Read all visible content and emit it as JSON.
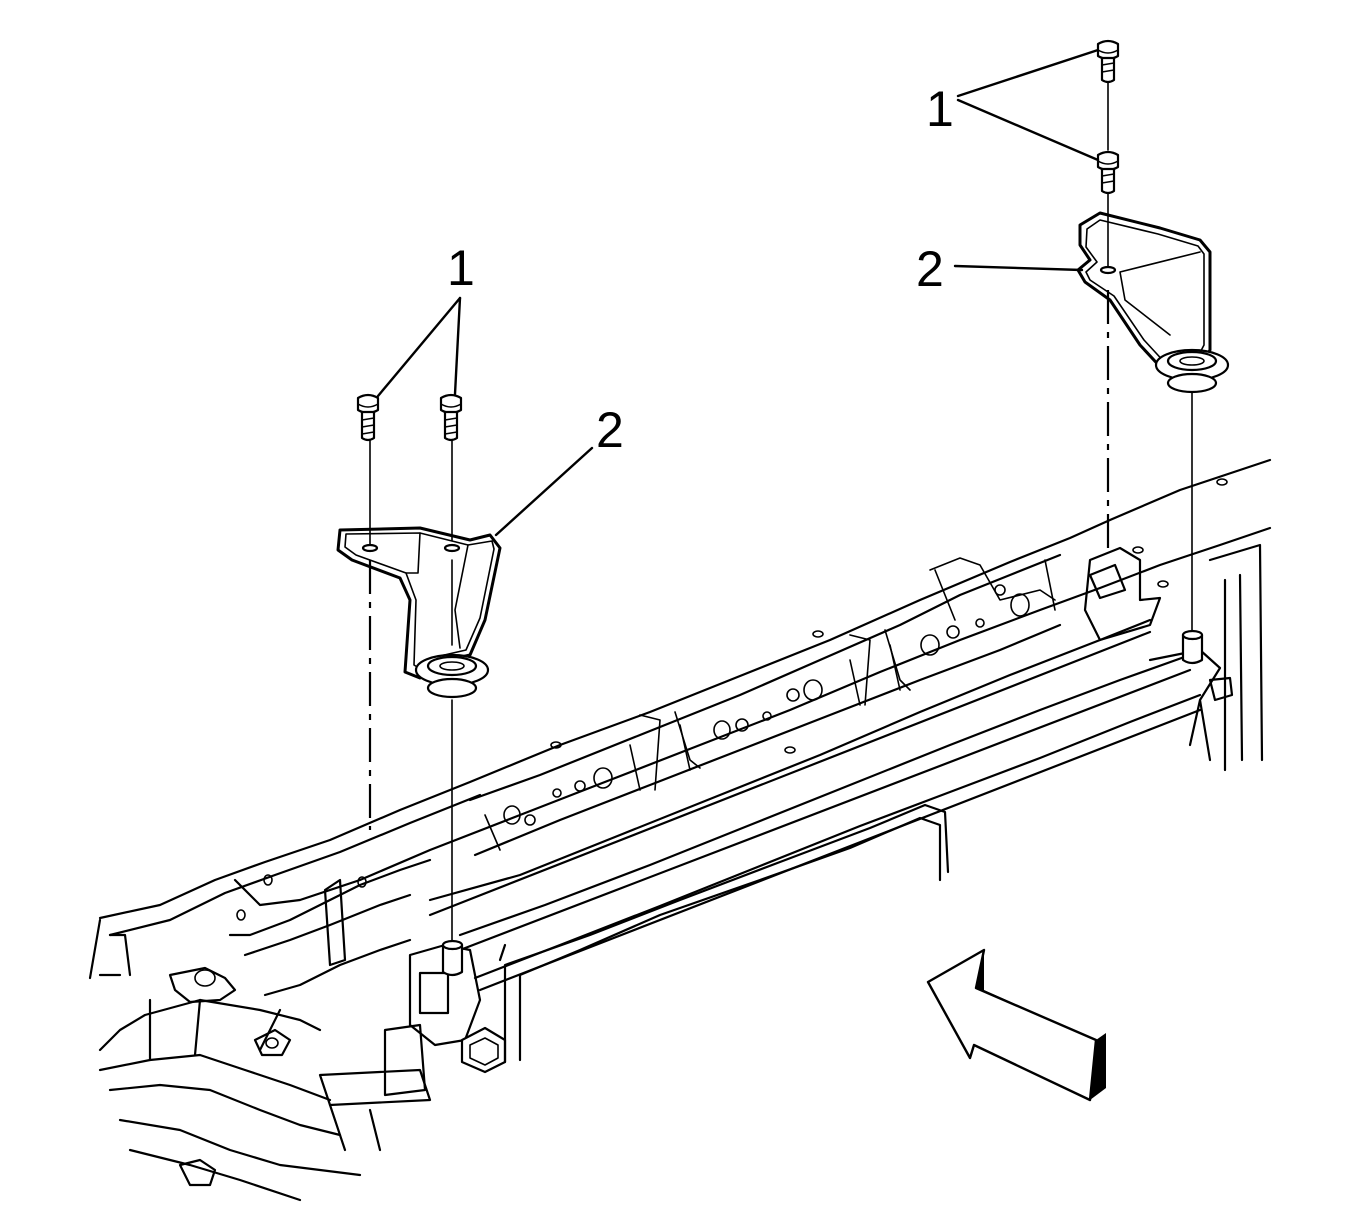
{
  "callouts": {
    "bolt_left": "1",
    "bracket_left": "2",
    "bolt_right": "1",
    "bracket_right": "2"
  },
  "icons": {
    "direction_arrow": "front-direction-arrow-icon"
  },
  "colors": {
    "ink": "#000000",
    "paper": "#ffffff"
  }
}
